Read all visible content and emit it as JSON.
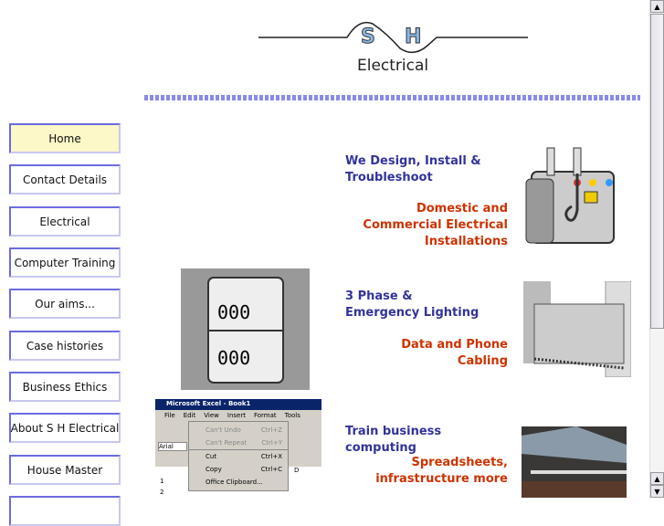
{
  "logo": {
    "letters_left": "S",
    "letters_right": "H",
    "subtitle": "Electrical"
  },
  "nav": [
    "Home",
    "Contact Details",
    "Electrical",
    "Computer Training",
    "Our aims...",
    "Case histories",
    "Business Ethics",
    "About S H Electrical",
    "House Master"
  ],
  "sections": [
    {
      "heading": "We Design, Install & Troubleshoot",
      "sub": "Domestic and Commercial Electrical Installations"
    },
    {
      "heading": "3 Phase & Emergency Lighting",
      "sub": "Data and Phone Cabling"
    },
    {
      "heading": "Train business computing",
      "sub": "Spreadsheets, infrastructure more"
    }
  ],
  "excel": {
    "title": "Microsoft Excel - Book1",
    "menu": [
      "File",
      "Edit",
      "View",
      "Insert",
      "Format",
      "Tools"
    ],
    "font": "Arial",
    "items": [
      {
        "label": "Can't Undo",
        "key": "Ctrl+Z"
      },
      {
        "label": "Can't Repeat",
        "key": "Ctrl+Y"
      },
      {
        "label": "Cut",
        "key": "Ctrl+X"
      },
      {
        "label": "Copy",
        "key": "Ctrl+C"
      },
      {
        "label": "Office Clipboard...",
        "key": ""
      }
    ],
    "col": "D",
    "rows": [
      "1",
      "2"
    ]
  },
  "colors": {
    "blue": "#33339a",
    "red": "#cc3300",
    "nav_active": "#fcf8c8"
  }
}
